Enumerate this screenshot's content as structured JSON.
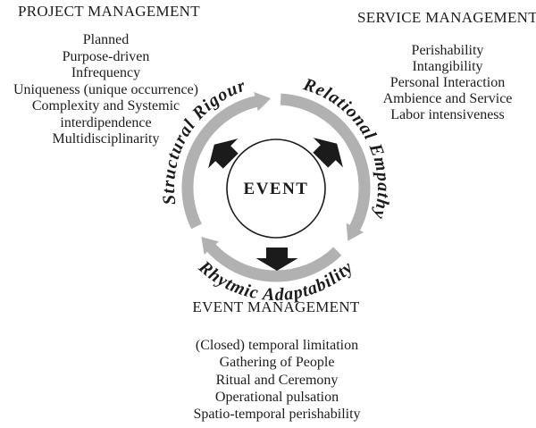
{
  "sections": {
    "project": {
      "title": "PROJECT MANAGEMENT",
      "items": [
        "Planned",
        "Purpose-driven",
        "Infrequency",
        "Uniqueness (unique occurrence)",
        "Complexity and Systemic",
        "interdipendence",
        "Multidisciplinarity"
      ]
    },
    "service": {
      "title": "SERVICE MANAGEMENT",
      "items": [
        "Perishability",
        "Intangibility",
        "Personal Interaction",
        "Ambience and Service",
        "Labor intensiveness"
      ]
    },
    "event": {
      "title": "EVENT MANAGEMENT",
      "items": [
        "(Closed) temporal limitation",
        "Gathering of People",
        "Ritual and Ceremony",
        "Operational pulsation",
        "Spatio-temporal perishability"
      ]
    }
  },
  "diagram": {
    "center_label": "EVENT",
    "arc_labels": {
      "left": "Structural Rigour",
      "right": "Relational Empathy",
      "bottom": "Rhytmic Adaptability"
    },
    "colors": {
      "ring": "#b1b1b1",
      "ink": "#1b1b1b"
    }
  }
}
